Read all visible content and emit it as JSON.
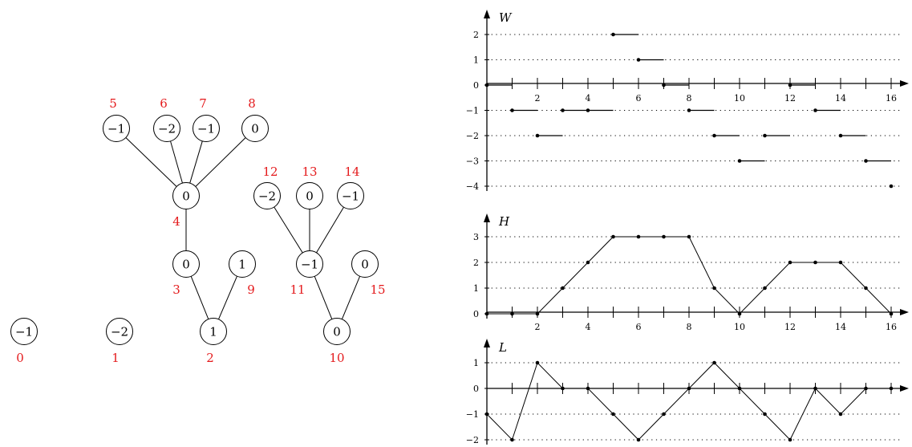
{
  "forest": {
    "nodes": [
      {
        "id": 0,
        "index_label": "0",
        "value_label": "−1"
      },
      {
        "id": 1,
        "index_label": "1",
        "value_label": "−2"
      },
      {
        "id": 2,
        "index_label": "2",
        "value_label": "1"
      },
      {
        "id": 3,
        "index_label": "3",
        "value_label": "0"
      },
      {
        "id": 4,
        "index_label": "4",
        "value_label": "0"
      },
      {
        "id": 5,
        "index_label": "5",
        "value_label": "−1"
      },
      {
        "id": 6,
        "index_label": "6",
        "value_label": "−2"
      },
      {
        "id": 7,
        "index_label": "7",
        "value_label": "−1"
      },
      {
        "id": 8,
        "index_label": "8",
        "value_label": "0"
      },
      {
        "id": 9,
        "index_label": "9",
        "value_label": "1"
      },
      {
        "id": 10,
        "index_label": "10",
        "value_label": "0"
      },
      {
        "id": 11,
        "index_label": "11",
        "value_label": "−1"
      },
      {
        "id": 12,
        "index_label": "12",
        "value_label": "−2"
      },
      {
        "id": 13,
        "index_label": "13",
        "value_label": "0"
      },
      {
        "id": 14,
        "index_label": "14",
        "value_label": "−1"
      },
      {
        "id": 15,
        "index_label": "15",
        "value_label": "0"
      }
    ],
    "edges": [
      [
        2,
        3
      ],
      [
        2,
        9
      ],
      [
        3,
        4
      ],
      [
        4,
        5
      ],
      [
        4,
        6
      ],
      [
        4,
        7
      ],
      [
        4,
        8
      ],
      [
        10,
        11
      ],
      [
        10,
        15
      ],
      [
        11,
        12
      ],
      [
        11,
        13
      ],
      [
        11,
        14
      ]
    ]
  },
  "chart_data": [
    {
      "type": "step",
      "title": "W",
      "x_ticks": [
        "2",
        "4",
        "6",
        "8",
        "10",
        "12",
        "14",
        "16"
      ],
      "y_ticks": [
        "2",
        "1",
        "0",
        "−1",
        "−2",
        "−3",
        "−4"
      ],
      "xlim": [
        0,
        16
      ],
      "ylim": [
        -4,
        2
      ],
      "grid": true,
      "points": [
        {
          "x": 0,
          "y": 0
        },
        {
          "x": 1,
          "y": -1
        },
        {
          "x": 2,
          "y": -2
        },
        {
          "x": 3,
          "y": -1
        },
        {
          "x": 4,
          "y": -1
        },
        {
          "x": 5,
          "y": 2
        },
        {
          "x": 6,
          "y": 1
        },
        {
          "x": 7,
          "y": 0
        },
        {
          "x": 8,
          "y": -1
        },
        {
          "x": 9,
          "y": -2
        },
        {
          "x": 10,
          "y": -3
        },
        {
          "x": 11,
          "y": -2
        },
        {
          "x": 12,
          "y": 0
        },
        {
          "x": 13,
          "y": -1
        },
        {
          "x": 14,
          "y": -2
        },
        {
          "x": 15,
          "y": -3
        },
        {
          "x": 16,
          "y": -4
        }
      ]
    },
    {
      "type": "line",
      "title": "H",
      "x_ticks": [
        "2",
        "4",
        "6",
        "8",
        "10",
        "12",
        "14",
        "16"
      ],
      "y_ticks": [
        "3",
        "2",
        "1",
        "0"
      ],
      "xlim": [
        0,
        16
      ],
      "ylim": [
        0,
        3
      ],
      "grid": true,
      "points": [
        {
          "x": 0,
          "y": 0
        },
        {
          "x": 1,
          "y": 0
        },
        {
          "x": 2,
          "y": 0
        },
        {
          "x": 3,
          "y": 1
        },
        {
          "x": 4,
          "y": 2
        },
        {
          "x": 5,
          "y": 3
        },
        {
          "x": 6,
          "y": 3
        },
        {
          "x": 7,
          "y": 3
        },
        {
          "x": 8,
          "y": 3
        },
        {
          "x": 9,
          "y": 1
        },
        {
          "x": 10,
          "y": 0
        },
        {
          "x": 11,
          "y": 1
        },
        {
          "x": 12,
          "y": 2
        },
        {
          "x": 13,
          "y": 2
        },
        {
          "x": 14,
          "y": 2
        },
        {
          "x": 15,
          "y": 1
        },
        {
          "x": 16,
          "y": 0
        }
      ]
    },
    {
      "type": "line",
      "title": "L",
      "x_ticks": [],
      "y_ticks": [
        "1",
        "0",
        "−1",
        "−2"
      ],
      "xlim": [
        0,
        16
      ],
      "ylim": [
        -2,
        1
      ],
      "grid": true,
      "points": [
        {
          "x": 0,
          "y": -1
        },
        {
          "x": 1,
          "y": -2
        },
        {
          "x": 2,
          "y": 1
        },
        {
          "x": 3,
          "y": 0
        },
        {
          "x": 4,
          "y": 0
        },
        {
          "x": 5,
          "y": -1
        },
        {
          "x": 6,
          "y": -2
        },
        {
          "x": 7,
          "y": -1
        },
        {
          "x": 8,
          "y": 0
        },
        {
          "x": 9,
          "y": 1
        },
        {
          "x": 10,
          "y": 0
        },
        {
          "x": 11,
          "y": -1
        },
        {
          "x": 12,
          "y": -2
        },
        {
          "x": 13,
          "y": 0
        },
        {
          "x": 14,
          "y": -1
        },
        {
          "x": 15,
          "y": 0
        },
        {
          "x": 16,
          "y": 0
        }
      ]
    }
  ]
}
